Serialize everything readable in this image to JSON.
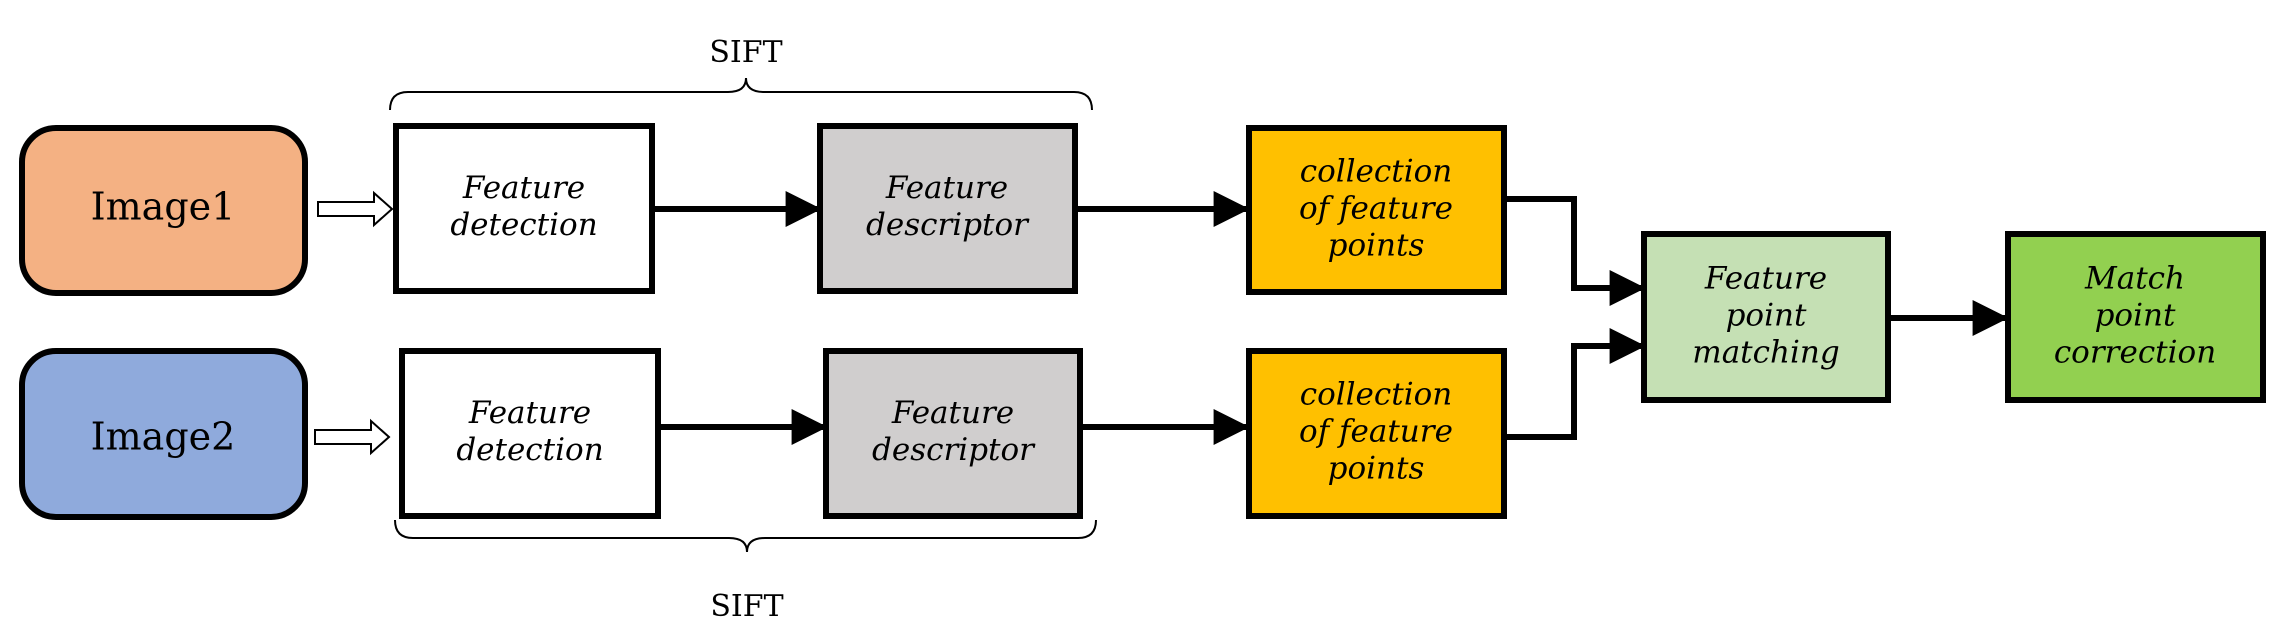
{
  "colors": {
    "image1": "#F4B183",
    "image2": "#8FAADC",
    "detection": "#FFFFFF",
    "descriptor": "#D0CECE",
    "collection": "#FFC000",
    "matching": "#C5E0B4",
    "correction": "#92D050",
    "outline": "#000000"
  },
  "labels": {
    "sift_top": "SIFT",
    "sift_bottom": "SIFT"
  },
  "nodes": {
    "image1": {
      "lines": [
        "Image1"
      ]
    },
    "image2": {
      "lines": [
        "Image2"
      ]
    },
    "detection1": {
      "lines": [
        "Feature",
        "detection"
      ]
    },
    "detection2": {
      "lines": [
        "Feature",
        "detection"
      ]
    },
    "descriptor1": {
      "lines": [
        "Feature",
        "descriptor"
      ]
    },
    "descriptor2": {
      "lines": [
        "Feature",
        "descriptor"
      ]
    },
    "collection1": {
      "lines": [
        "collection",
        "of feature",
        "points"
      ]
    },
    "collection2": {
      "lines": [
        "collection",
        "of feature",
        "points"
      ]
    },
    "matching": {
      "lines": [
        "Feature",
        "point",
        "matching"
      ]
    },
    "correction": {
      "lines": [
        "Match",
        "point",
        "correction"
      ]
    }
  }
}
